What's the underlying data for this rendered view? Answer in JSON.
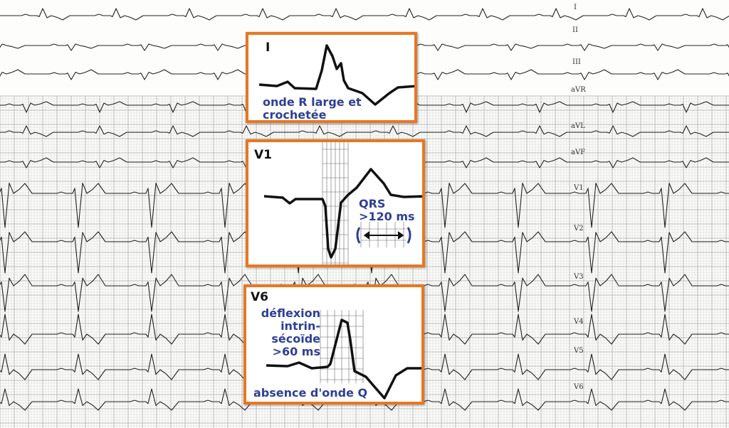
{
  "leads": [
    "I",
    "II",
    "III",
    "aVR",
    "aVL",
    "aVF",
    "V1",
    "V2",
    "V3",
    "V4",
    "V5",
    "V6"
  ],
  "boxes": {
    "lead_i": {
      "lead": "I",
      "note_line1": "onde R large et",
      "note_line2": "crochetée"
    },
    "lead_v1": {
      "lead": "V1",
      "note_line1": "QRS",
      "note_line2": ">120 ms"
    },
    "lead_v6": {
      "lead": "V6",
      "note_line1": "déflexion",
      "note_line2": "intrin-",
      "note_line3": "sécoïde",
      "note_line4": ">60 ms",
      "note_bottom": "absence d'onde Q"
    }
  },
  "colors": {
    "frame": "#e87722",
    "annotation": "#2e3f94"
  }
}
